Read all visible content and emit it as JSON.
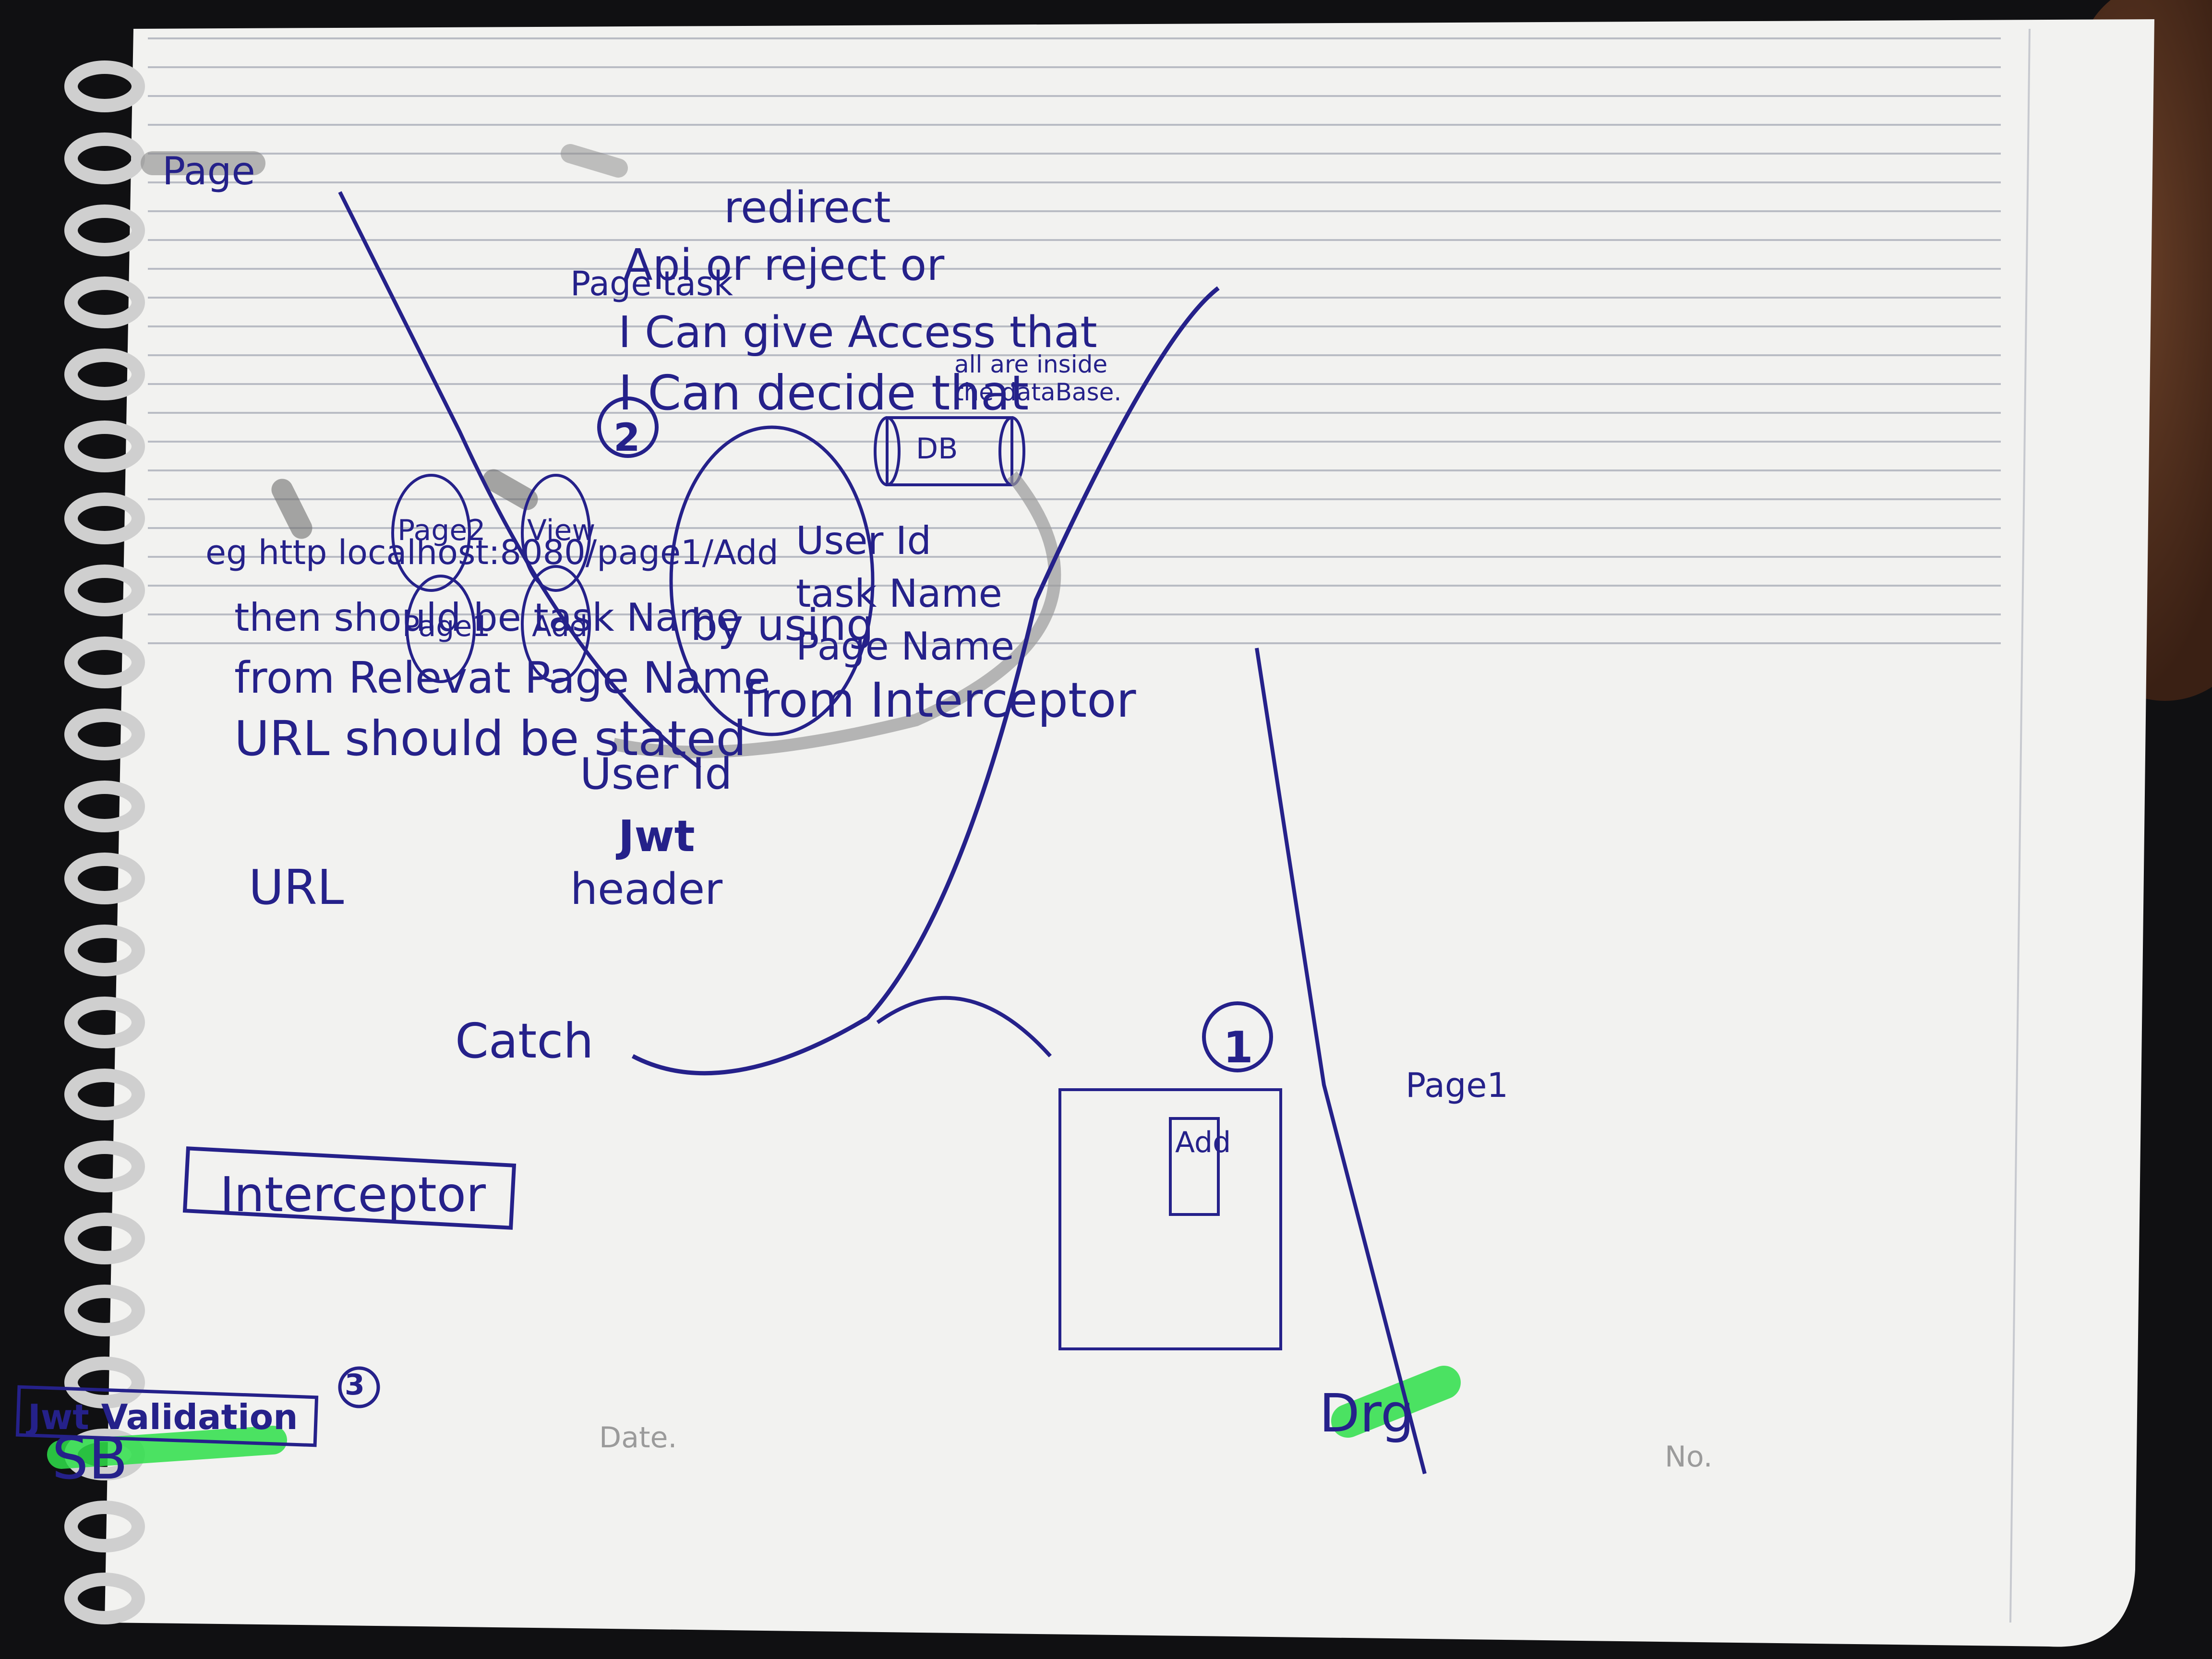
{
  "page": {
    "date_label": "Date.",
    "no_label": "No."
  },
  "header": {
    "date_value": "Drg",
    "title_prefix": "SB",
    "title_box": "Jwt Validation",
    "step3": "3"
  },
  "flow": {
    "interceptor_box": "Interceptor",
    "catch_text": "Catch",
    "url_text": "URL",
    "header_text": "header",
    "jwt_text": "Jwt",
    "userid_text": "User Id",
    "step1": "1",
    "page1_label": "Page1",
    "add_button": "Add"
  },
  "notes": {
    "line1": "URL should be stated",
    "line2": "from Relevat Page Name",
    "line3": "then should be task Name",
    "example": "eg http localhost:8080/page1/Add",
    "step2": "2",
    "page1": "Page1",
    "add": "Add",
    "page2": "Page2",
    "view": "View",
    "page_label": "Page",
    "page_task_label": "Page task"
  },
  "right_side": {
    "all_are_inside": "all are inside the dataBase.",
    "db_label": "DB",
    "from_interceptor": "from Interceptor",
    "by_using": "by using",
    "page_name": "Page Name",
    "task_name": "task Name",
    "user_id": "User Id",
    "decide1": "I Can decide that",
    "decide2": "I Can give Access that",
    "decide3": "Api or reject or",
    "decide4": "redirect"
  },
  "colors": {
    "ink": "#25218a",
    "highlighter_green": "#2ee04a",
    "highlighter_gray": "#8a8a8a",
    "paper": "#f3f3f1",
    "rule_line": "#b9bcc4"
  }
}
